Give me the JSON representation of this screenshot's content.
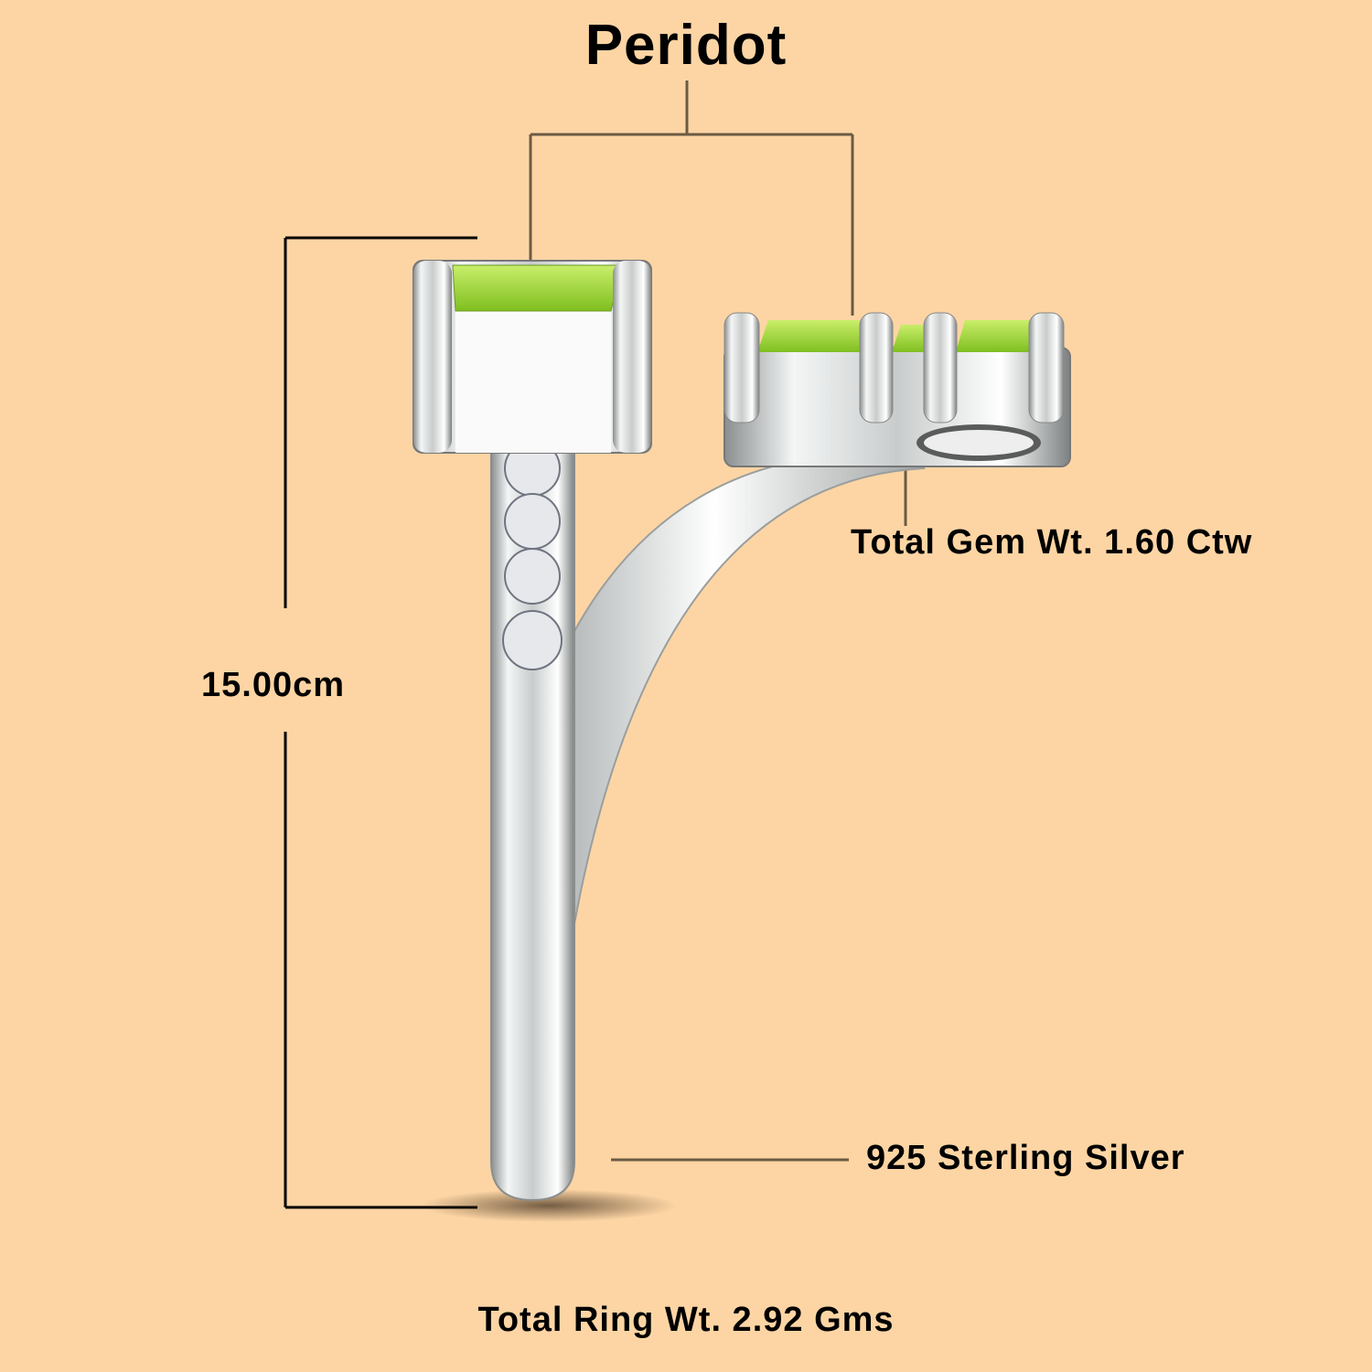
{
  "title": "Peridot",
  "dimension_label": "15.00cm",
  "gem_weight_label": "Total Gem Wt. 1.60 Ctw",
  "metal_label": "925 Sterling Silver",
  "ring_weight_label": "Total Ring Wt. 2.92 Gms",
  "colors": {
    "background": "#fdd5a4",
    "gem": "#9ed43a",
    "metal": "#d9dcdc",
    "leader": "#6b5a45"
  }
}
